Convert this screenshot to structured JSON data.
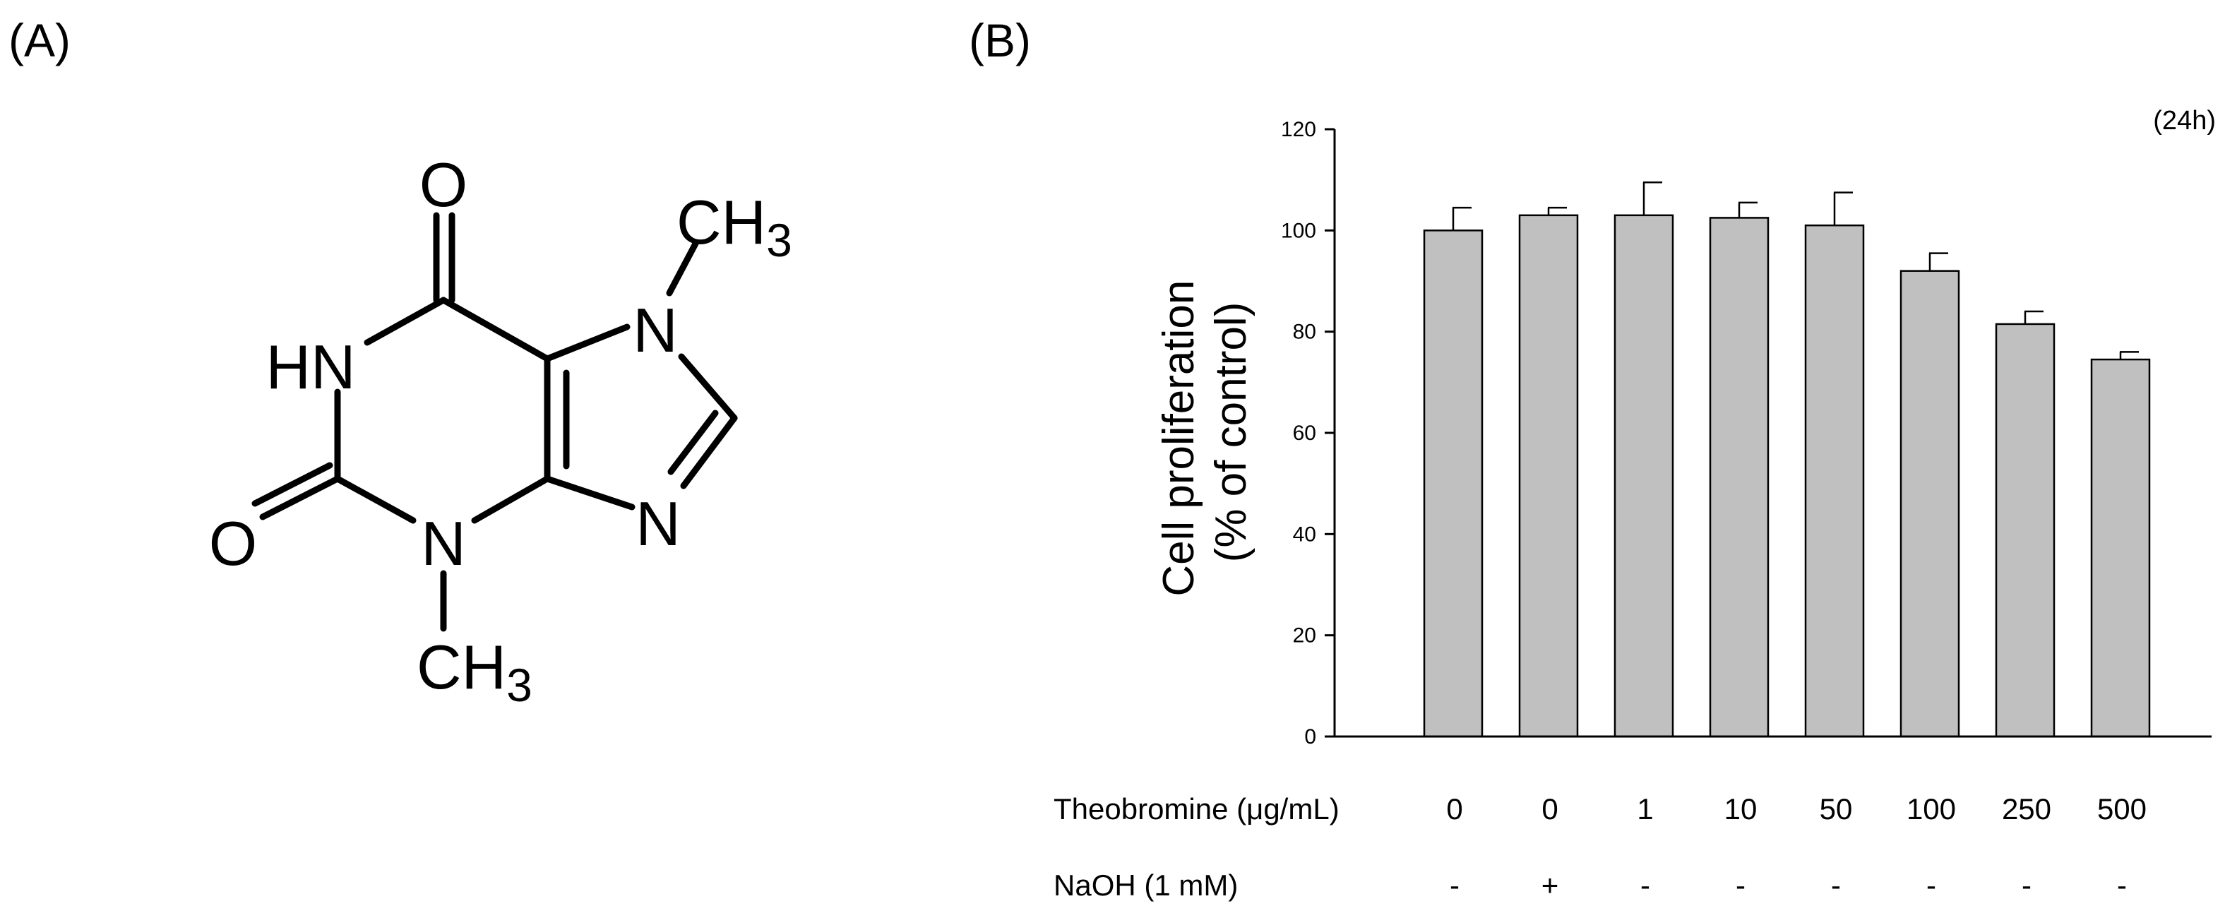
{
  "panel_a": {
    "label": "(A)",
    "atoms": {
      "o_top": "O",
      "hn": "HN",
      "n7": "N",
      "o_left": "O",
      "n3": "N",
      "n9": "N",
      "ch3_top": "CH",
      "ch3_bottom": "CH",
      "sub_3": "3"
    }
  },
  "panel_b": {
    "label": "(B)"
  },
  "chart_data": {
    "type": "bar",
    "annotation": "(24h)",
    "ylabel_line1": "Cell proliferation",
    "ylabel_line2": "(% of control)",
    "ylim": [
      0,
      120
    ],
    "yticks": [
      "0",
      "20",
      "40",
      "60",
      "80",
      "100",
      "120"
    ],
    "grid": false,
    "bar_color": "#c0c0c0",
    "categories": [
      "0",
      "0",
      "1",
      "10",
      "50",
      "100",
      "250",
      "500"
    ],
    "values": [
      100,
      103,
      103,
      102.5,
      101,
      92,
      81.5,
      74.5
    ],
    "errors": [
      4.5,
      1.5,
      6.5,
      3,
      6.5,
      3.5,
      2.5,
      1.5
    ],
    "row_labels": [
      {
        "label": "Theobromine (μg/mL)",
        "values": [
          "0",
          "0",
          "1",
          "10",
          "50",
          "100",
          "250",
          "500"
        ]
      },
      {
        "label": "NaOH (1 mM)",
        "values": [
          "-",
          "+",
          "-",
          "-",
          "-",
          "-",
          "-",
          "-"
        ]
      }
    ]
  }
}
